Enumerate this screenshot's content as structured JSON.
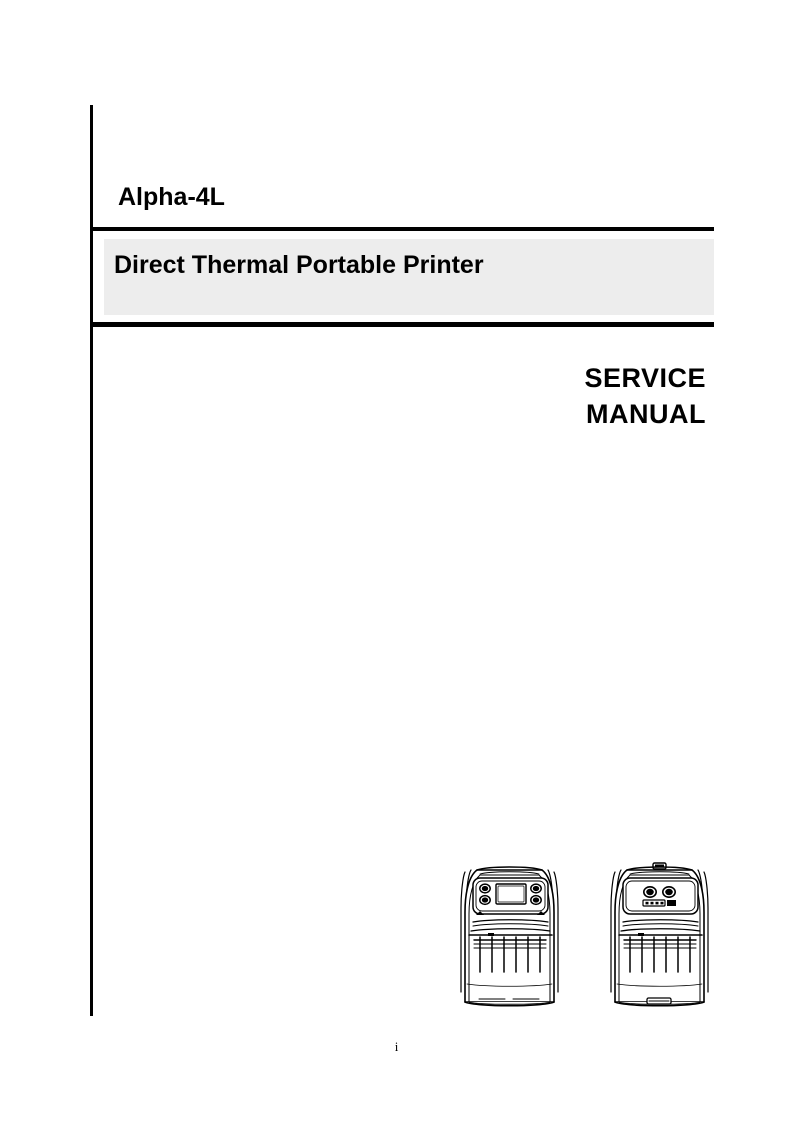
{
  "document": {
    "model": "Alpha-4L",
    "product_title": "Direct Thermal Portable Printer",
    "doc_type_line1": "SERVICE",
    "doc_type_line2": "MANUAL",
    "page_number": "i"
  },
  "style": {
    "band_background": "#ededed",
    "rule_color": "#000000",
    "text_color": "#000000",
    "page_background": "#ffffff"
  },
  "illustration": {
    "caption": "",
    "devices": [
      {
        "name": "alpha-4l-lcd-model",
        "description": "Direct thermal portable printer, front view with LCD display and four round control buttons",
        "control_panel": {
          "display": "lcd-screen",
          "buttons": [
            "button-top-left",
            "button-bottom-left",
            "button-top-right",
            "button-bottom-right"
          ]
        },
        "platen_fingers": 6
      },
      {
        "name": "alpha-4l-basic-model",
        "description": "Direct thermal portable printer, front view with two round control buttons and status indicator LEDs",
        "control_panel": {
          "display": "none",
          "buttons": [
            "button-left",
            "button-right"
          ],
          "indicators": [
            "led-1",
            "led-2",
            "led-3",
            "led-4"
          ]
        },
        "platen_fingers": 6
      }
    ]
  }
}
